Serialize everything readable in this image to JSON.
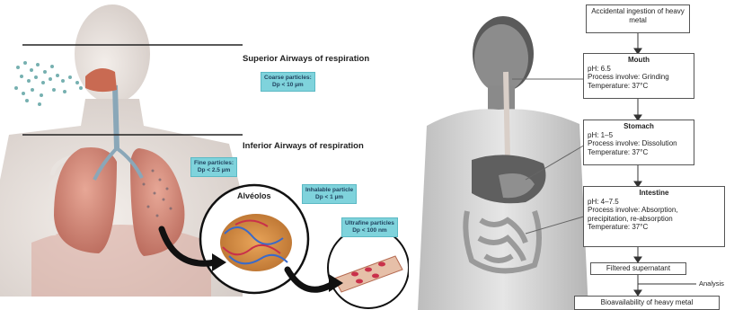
{
  "left": {
    "superior_heading": "Superior Airways of respiration",
    "inferior_heading": "Inferior Airways of respiration",
    "coarse": {
      "name": "Coarse particles:",
      "size": "Dp < 10 µm"
    },
    "fine": {
      "name": "Fine particles:",
      "size": "Dp < 2.5 µm"
    },
    "inhalable": {
      "name": "Inhalable particle",
      "size": "Dp < 1 µm"
    },
    "ultrafine": {
      "name": "Ultrafine particles",
      "size": "Dp < 100 nm"
    },
    "alveoli_title": "Alvéolos"
  },
  "flow": {
    "start": "Accidental ingestion of heavy metal",
    "mouth": {
      "title": "Mouth",
      "lines": [
        "pH: 6.5",
        "Process involve: Grinding",
        "Temperature: 37°C"
      ]
    },
    "stomach": {
      "title": "Stomach",
      "lines": [
        "pH: 1–5",
        "Process involve: Dissolution",
        "Temperature: 37°C"
      ]
    },
    "intestine": {
      "title": "Intestine",
      "lines": [
        "pH: 4–7.5",
        "Process involve: Absorption,",
        "precipitation, re-absorption",
        "Temperature: 37°C"
      ]
    },
    "filtered": "Filtered supernatant",
    "analysis": "Analysis",
    "final": "Bioavailability of heavy metal"
  },
  "colors": {
    "tag_fill": "#7fd3dc",
    "lung": "#c97a6a",
    "body": "#e8e2de",
    "arrow": "#111111"
  }
}
